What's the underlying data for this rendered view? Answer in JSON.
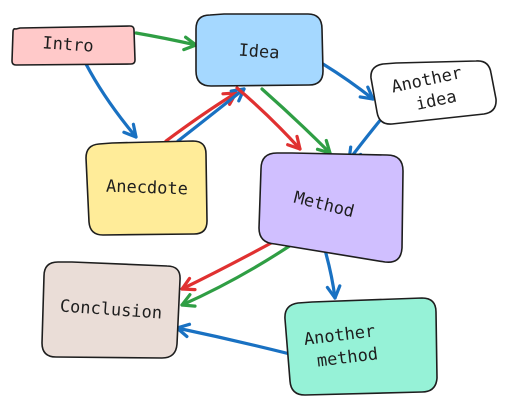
{
  "colors": {
    "ink": "#1e1e1e",
    "arrow_blue": "#1971c2",
    "arrow_green": "#2f9e44",
    "arrow_red": "#e03131"
  },
  "nodes": {
    "intro": {
      "label": "Intro",
      "lines": [
        "Intro"
      ],
      "fill": "#ffc9c9"
    },
    "idea": {
      "label": "Idea",
      "lines": [
        "Idea"
      ],
      "fill": "#a5d8ff"
    },
    "another_idea": {
      "label": "Another idea",
      "lines": [
        "Another",
        "idea"
      ],
      "fill": "#ffffff"
    },
    "anecdote": {
      "label": "Anecdote",
      "lines": [
        "Anecdote"
      ],
      "fill": "#ffec99"
    },
    "method": {
      "label": "Method",
      "lines": [
        "Method"
      ],
      "fill": "#d0bfff"
    },
    "conclusion": {
      "label": "Conclusion",
      "lines": [
        "Conclusion"
      ],
      "fill": "#eaddd7"
    },
    "another_method": {
      "label": "Another method",
      "lines": [
        "Another",
        "method"
      ],
      "fill": "#96f2d7"
    }
  },
  "edges": [
    {
      "from": "intro",
      "to": "idea",
      "color": "arrow_green"
    },
    {
      "from": "intro",
      "to": "anecdote",
      "color": "arrow_blue"
    },
    {
      "from": "anecdote",
      "to": "idea",
      "color": "arrow_red"
    },
    {
      "from": "anecdote",
      "to": "idea",
      "color": "arrow_blue"
    },
    {
      "from": "idea",
      "to": "another_idea",
      "color": "arrow_blue"
    },
    {
      "from": "idea",
      "to": "method",
      "color": "arrow_red"
    },
    {
      "from": "idea",
      "to": "method",
      "color": "arrow_green"
    },
    {
      "from": "another_idea",
      "to": "method",
      "color": "arrow_blue"
    },
    {
      "from": "method",
      "to": "conclusion",
      "color": "arrow_red"
    },
    {
      "from": "method",
      "to": "conclusion",
      "color": "arrow_green"
    },
    {
      "from": "method",
      "to": "another_method",
      "color": "arrow_blue"
    },
    {
      "from": "another_method",
      "to": "conclusion",
      "color": "arrow_blue"
    }
  ]
}
